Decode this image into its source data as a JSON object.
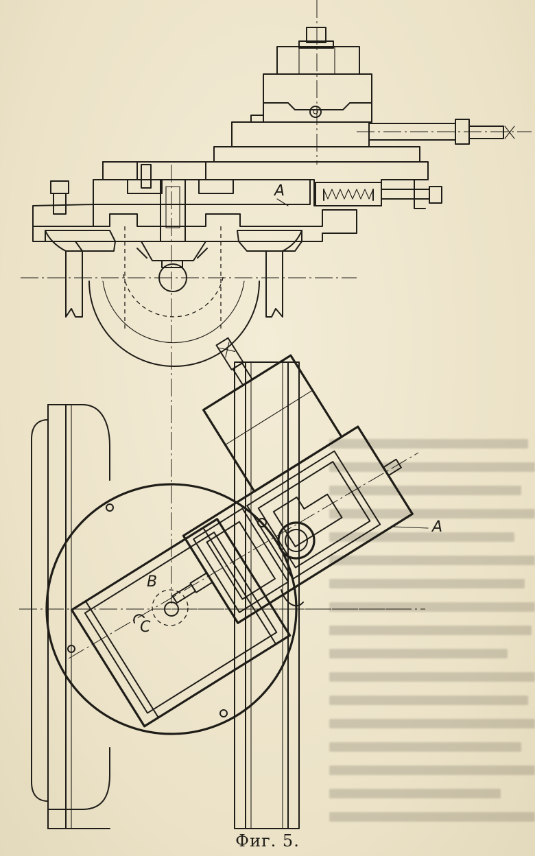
{
  "figure": {
    "caption": "Фиг. 5.",
    "labels": {
      "a_top": "A",
      "a_bottom": "A",
      "b": "B",
      "c": "C"
    },
    "colors": {
      "paper": "#efe7cf",
      "ink": "#1f1d18"
    },
    "views": [
      "section-view",
      "plan-view"
    ]
  }
}
